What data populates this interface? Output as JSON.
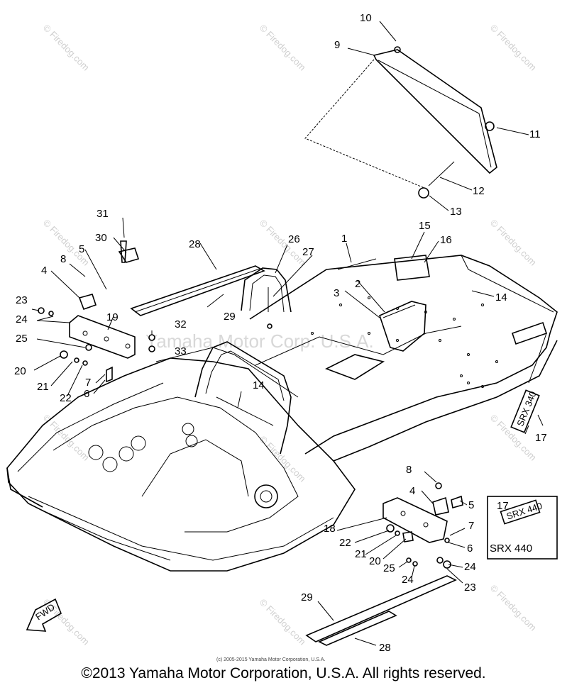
{
  "watermark": {
    "text": "© Firedog.com",
    "stamp": "Yamaha Motor Corp. U.S.A."
  },
  "callouts": {
    "c1": "1",
    "c2": "2",
    "c3": "3",
    "c4a": "4",
    "c4b": "4",
    "c5a": "5",
    "c5b": "5",
    "c6a": "6",
    "c6b": "6",
    "c7a": "7",
    "c7b": "7",
    "c8a": "8",
    "c8b": "8",
    "c9": "9",
    "c10": "10",
    "c11": "11",
    "c12": "12",
    "c13": "13",
    "c14a": "14",
    "c14b": "14",
    "c15": "15",
    "c16": "16",
    "c17a": "17",
    "c17b": "17",
    "c18": "18",
    "c19": "19",
    "c20a": "20",
    "c20b": "20",
    "c21a": "21",
    "c21b": "21",
    "c22a": "22",
    "c22b": "22",
    "c23a": "23",
    "c23b": "23",
    "c24a": "24",
    "c24b": "24",
    "c24c": "24",
    "c25a": "25",
    "c25b": "25",
    "c26": "26",
    "c27": "27",
    "c28a": "28",
    "c28b": "28",
    "c29a": "29",
    "c29b": "29",
    "c30": "30",
    "c31": "31",
    "c32": "32",
    "c33": "33"
  },
  "decals": {
    "srx340": "SRX 340",
    "srx440_small": "SRX 440",
    "srx440_large": "SRX 440",
    "fwd": "FWD"
  },
  "fine_print": "(c) 2005-2015 Yamaha Motor Corporation, U.S.A.",
  "copyright": "©2013 Yamaha Motor Corporation, U.S.A. All rights reserved."
}
